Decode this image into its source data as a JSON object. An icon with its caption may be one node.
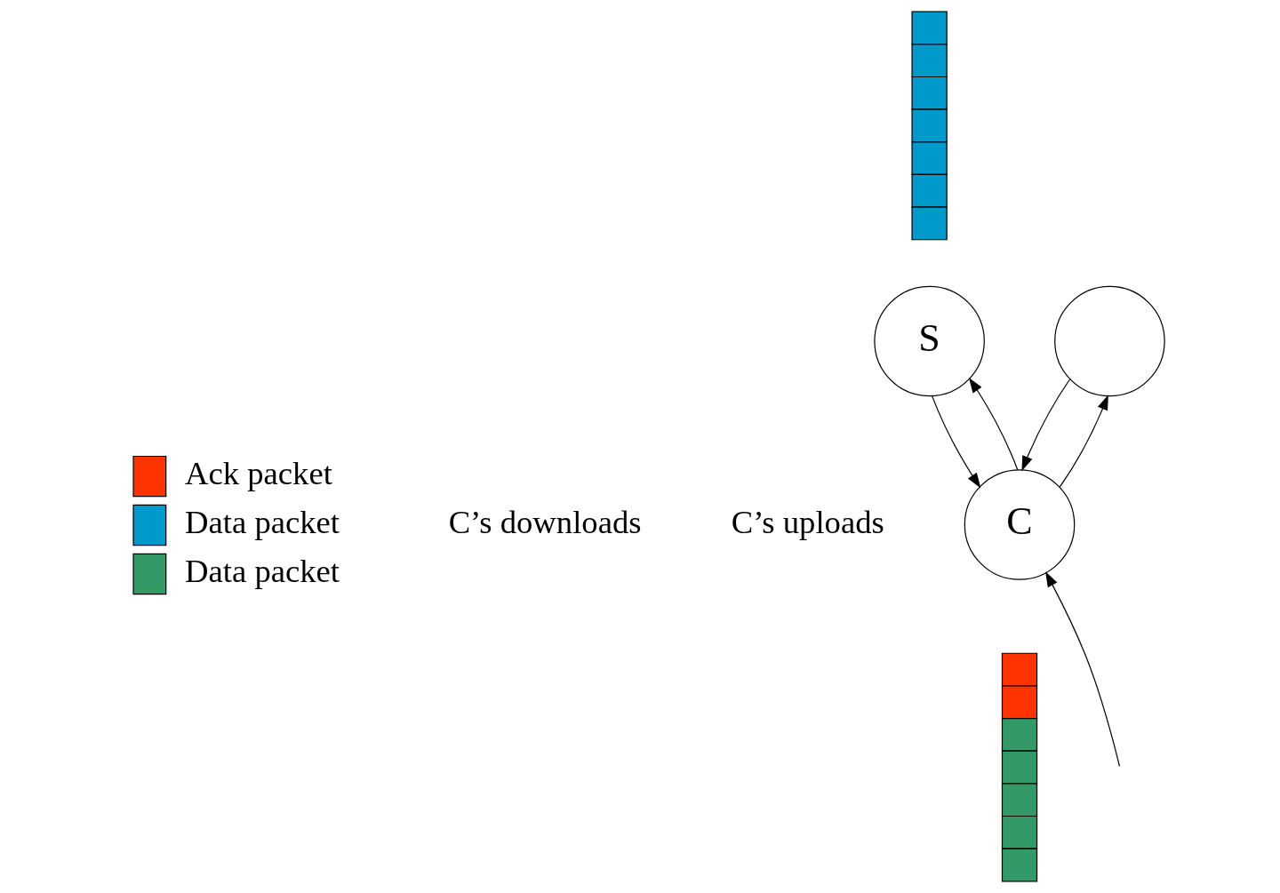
{
  "diagram": {
    "nodes": [
      {
        "text": [],
        "shape": "bar"
      },
      {
        "text": [
          "S"
        ]
      },
      {
        "text": [],
        "shape": "circle"
      },
      {
        "text": [
          "C"
        ]
      },
      {
        "text": [],
        "shape": "bar"
      }
    ],
    "edges": [
      {
        "from": 1,
        "to": 3,
        "arrow": "to"
      },
      {
        "from": 3,
        "to": 1,
        "arrow": "to"
      },
      {
        "from": 2,
        "to": 3,
        "arrow": "to"
      },
      {
        "from": 3,
        "to": 2,
        "arrow": "to"
      },
      {
        "from": null,
        "to": 3,
        "arrow": "to"
      }
    ],
    "labels": [
      "C’s downloads",
      "C’s uploads"
    ],
    "legend": [
      {
        "text": "Ack packet",
        "color": "#ff3300"
      },
      {
        "text": "Data packet",
        "color": "#0099cc"
      },
      {
        "text": "Data packet",
        "color": "#339966"
      }
    ]
  }
}
